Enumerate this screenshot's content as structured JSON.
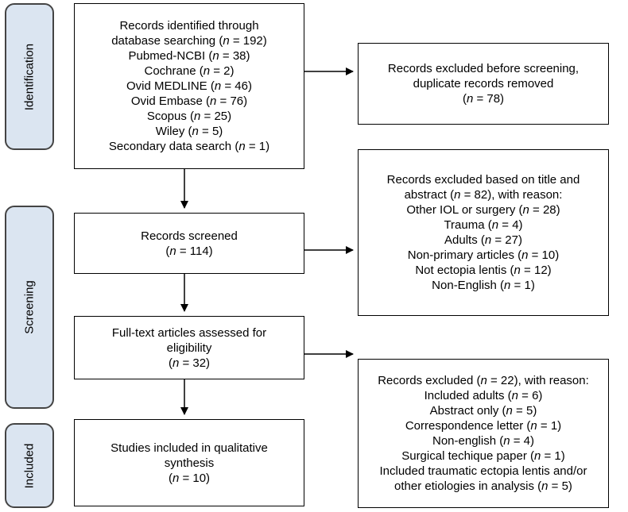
{
  "phases": {
    "identification": "Identification",
    "screening": "Screening",
    "included": "Included"
  },
  "boxes": {
    "identified": [
      "Records identified through",
      "database searching (n = 192)",
      "Pubmed-NCBI (n = 38)",
      "Cochrane (n = 2)",
      "Ovid MEDLINE (n = 46)",
      "Ovid Embase (n = 76)",
      "Scopus (n = 25)",
      "Wiley (n =  5)",
      "Secondary data search (n = 1)"
    ],
    "excluded_duplicates": [
      "Records excluded before screening,",
      "duplicate records removed",
      "(n = 78)"
    ],
    "screened": [
      "Records screened",
      "(n = 114)"
    ],
    "excluded_title_abstract": [
      "Records excluded based on title and",
      "abstract (n = 82), with reason:",
      "Other IOL or surgery (n = 28)",
      "Trauma (n = 4)",
      "Adults (n = 27)",
      "Non-primary articles (n = 10)",
      "Not ectopia lentis (n  = 12)",
      "Non-English (n = 1)"
    ],
    "fulltext_assessed": [
      "Full-text articles assessed for",
      "eligibility",
      "(n = 32)"
    ],
    "excluded_fulltext": [
      "Records excluded (n = 22), with reason:",
      "Included adults (n = 6)",
      "Abstract only  (n = 5)",
      "Correspondence letter  (n = 1)",
      "Non-english  (n = 4)",
      "Surgical techique paper (n = 1)",
      "Included traumatic ectopia lentis and/or",
      "other etiologies in analysis (n = 5)"
    ],
    "included_studies": [
      "Studies included in qualitative",
      "synthesis",
      "(n = 10)"
    ]
  }
}
